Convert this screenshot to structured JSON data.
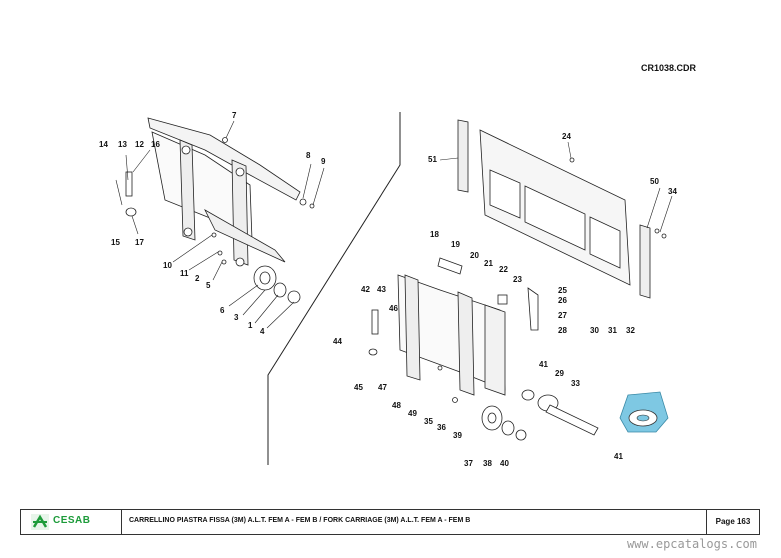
{
  "drawing_code": "CR1038.CDR",
  "callouts": [
    "1",
    "2",
    "3",
    "4",
    "5",
    "6",
    "7",
    "8",
    "9",
    "10",
    "11",
    "12",
    "13",
    "14",
    "15",
    "16",
    "17",
    "18",
    "19",
    "20",
    "21",
    "22",
    "23",
    "24",
    "25",
    "26",
    "27",
    "28",
    "29",
    "30",
    "31",
    "32",
    "33",
    "34",
    "35",
    "36",
    "37",
    "38",
    "39",
    "40",
    "41",
    "41",
    "42",
    "43",
    "44",
    "45",
    "46",
    "47",
    "48",
    "49",
    "50",
    "51"
  ],
  "footer": {
    "logo_text": "CESAB",
    "title": "CARRELLINO PIASTRA FISSA (3M) A.L.T. FEM A - FEM B / FORK CARRIAGE (3M) A.L.T. FEM A - FEM B",
    "page": "Page 163"
  },
  "watermark": "www.epcatalogs.com",
  "colors": {
    "logo_green": "#1d9b3a",
    "kit_bag": "#7ec8e3"
  }
}
